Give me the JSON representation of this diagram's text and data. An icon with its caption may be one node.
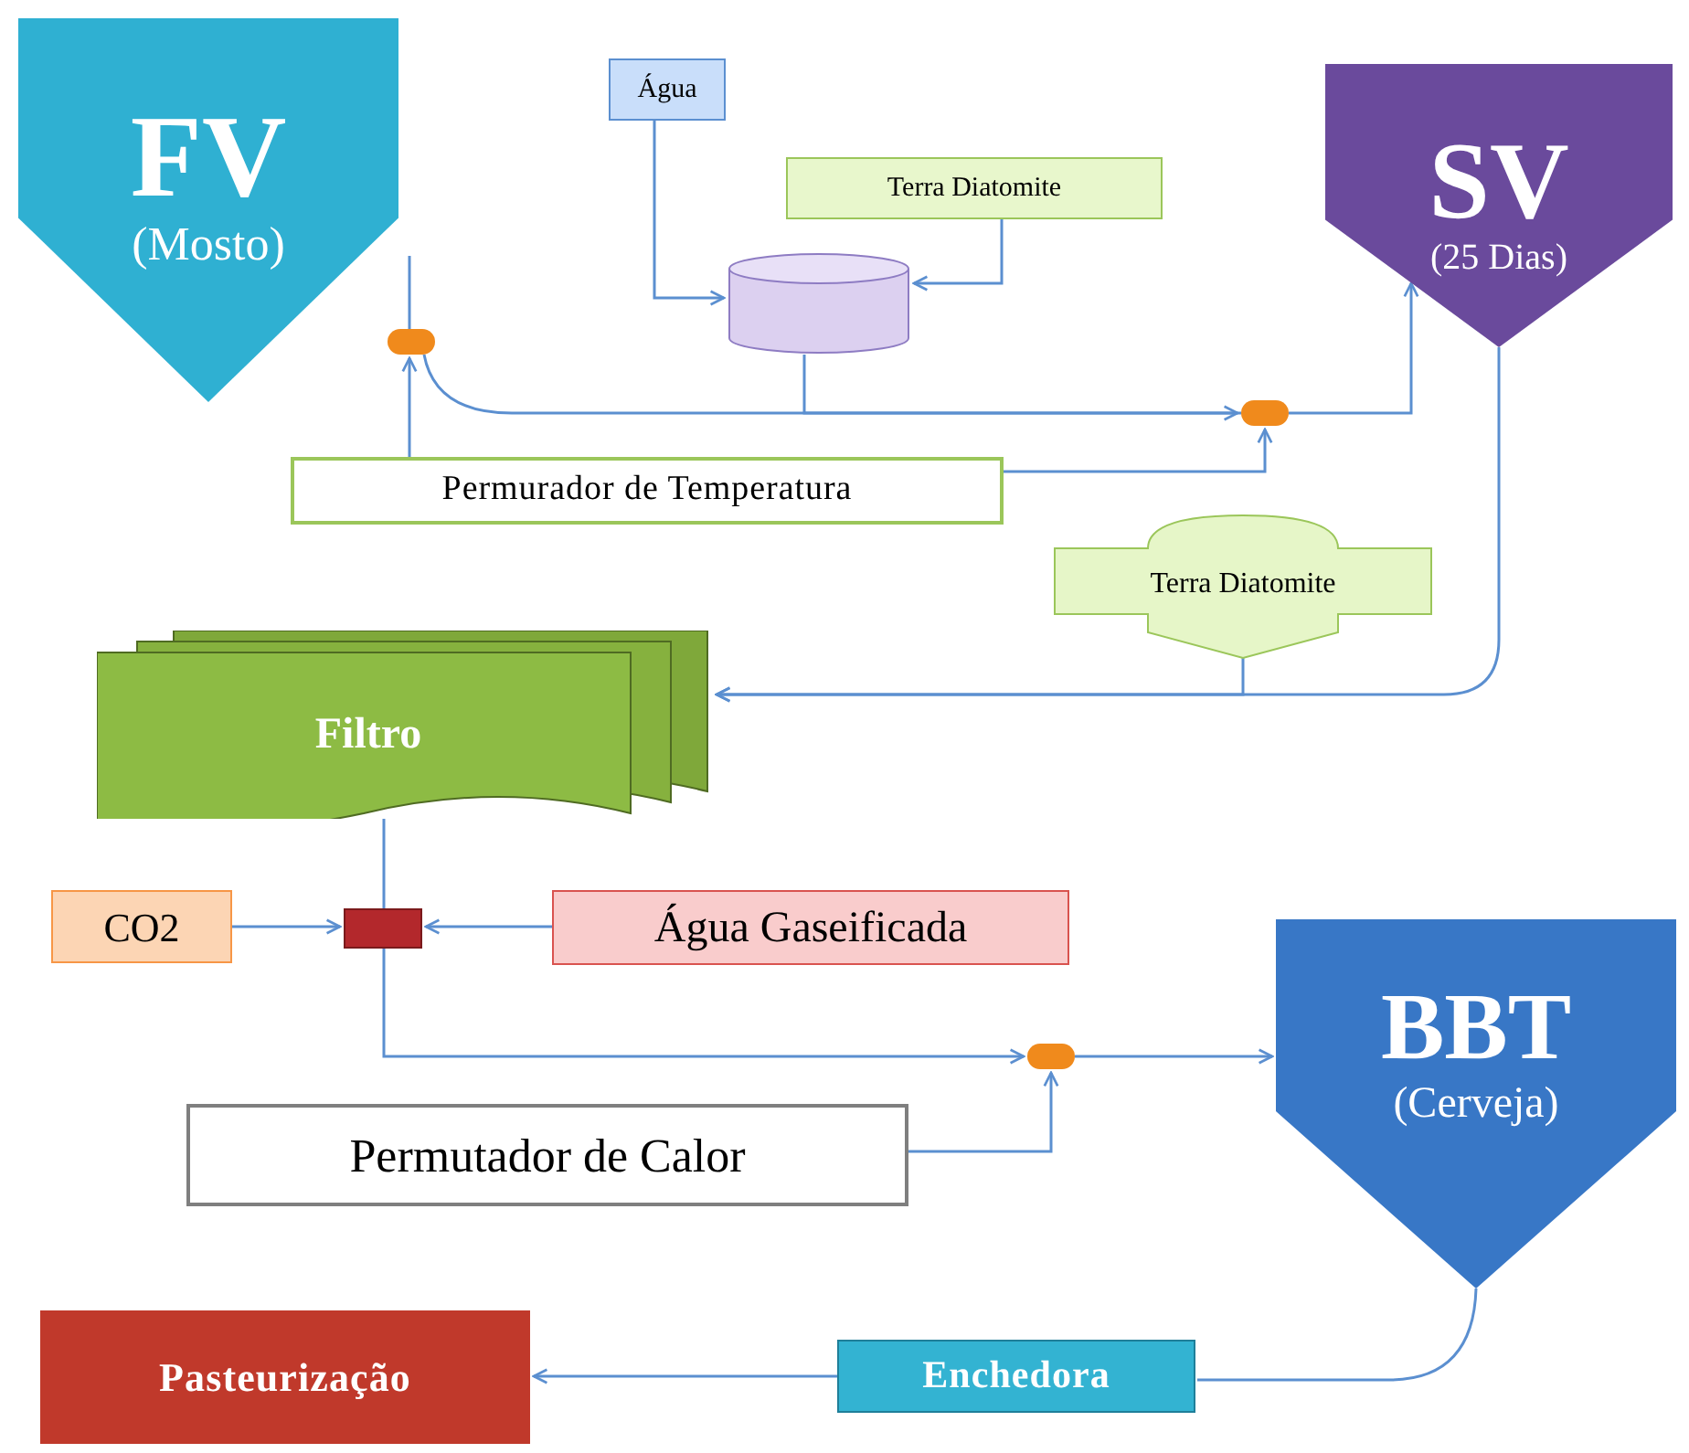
{
  "diagram": {
    "nodes": [
      {
        "text": [
          "FV",
          "(Mosto)"
        ]
      },
      {
        "text": [
          "Água"
        ]
      },
      {
        "text": [
          "Terra Diatomite"
        ]
      },
      {
        "text": [],
        "shape": "cylinder"
      },
      {
        "text": [
          "SV",
          "(25 Dias)"
        ]
      },
      {
        "text": [],
        "shape": "circle"
      },
      {
        "text": [],
        "shape": "circle"
      },
      {
        "text": [
          "Permurador de Temperatura"
        ]
      },
      {
        "text": [
          "Terra Diatomite"
        ]
      },
      {
        "text": [
          "Filtro"
        ]
      },
      {
        "text": [
          "CO2"
        ]
      },
      {
        "text": [],
        "shape": "box"
      },
      {
        "text": [
          "Água Gaseificada"
        ]
      },
      {
        "text": [
          "BBT",
          "(Cerveja)"
        ]
      },
      {
        "text": [],
        "shape": "circle"
      },
      {
        "text": [
          "Permutador de Calor"
        ]
      },
      {
        "text": [
          "Pasteurização"
        ]
      },
      {
        "text": [
          "Enchedora"
        ]
      }
    ],
    "edges": [
      {
        "from": 0,
        "to": 5,
        "arrow": "none"
      },
      {
        "from": 5,
        "to": 6,
        "arrow": "none"
      },
      {
        "from": 7,
        "to": 5,
        "arrow": "to"
      },
      {
        "from": 1,
        "to": 3,
        "arrow": "to"
      },
      {
        "from": 2,
        "to": 3,
        "arrow": "to"
      },
      {
        "from": 3,
        "to": 6,
        "arrow": "to"
      },
      {
        "from": 6,
        "to": 4,
        "arrow": "to"
      },
      {
        "from": 7,
        "to": 6,
        "arrow": "to"
      },
      {
        "from": 4,
        "to": 9,
        "arrow": "to"
      },
      {
        "from": 8,
        "to": 9,
        "arrow": "to"
      },
      {
        "from": 9,
        "to": 11,
        "arrow": "none"
      },
      {
        "from": 10,
        "to": 11,
        "arrow": "to"
      },
      {
        "from": 12,
        "to": 11,
        "arrow": "to"
      },
      {
        "from": 11,
        "to": 14,
        "arrow": "to"
      },
      {
        "from": 14,
        "to": 13,
        "arrow": "to"
      },
      {
        "from": 15,
        "to": 14,
        "arrow": "to"
      },
      {
        "from": 13,
        "to": 17,
        "arrow": "none"
      },
      {
        "from": 17,
        "to": 16,
        "arrow": "to"
      }
    ]
  }
}
